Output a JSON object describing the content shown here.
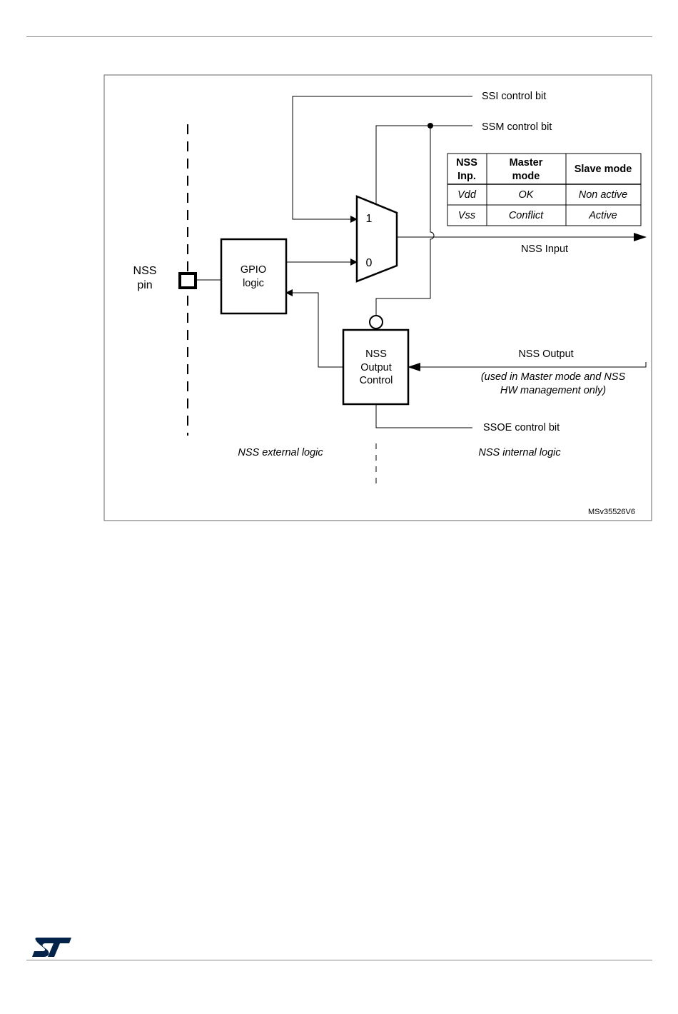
{
  "diagram": {
    "nss_pin_label": [
      "NSS",
      "pin"
    ],
    "gpio_label": [
      "GPIO",
      "logic"
    ],
    "mux_input_1": "1",
    "mux_input_0": "0",
    "ssi_label": "SSI control bit",
    "ssm_label": "SSM control bit",
    "nss_input_label": "NSS Input",
    "nss_output_label": "NSS Output",
    "nss_output_note": [
      "(used in Master mode and NSS",
      "HW management only)"
    ],
    "output_control_label": [
      "NSS",
      "Output",
      "Control"
    ],
    "ssoe_label": "SSOE control bit",
    "external_logic_label": "NSS external logic",
    "internal_logic_label": "NSS internal logic",
    "figure_id": "MSv35526V6",
    "table": {
      "headers": [
        [
          "NSS",
          "Inp."
        ],
        [
          "Master",
          "mode"
        ],
        [
          "Slave mode"
        ]
      ],
      "rows": [
        [
          "Vdd",
          "OK",
          "Non active"
        ],
        [
          "Vss",
          "Conflict",
          "Active"
        ]
      ]
    }
  },
  "footer": {
    "logo_text": "ST",
    "logo_color": "#03234b"
  }
}
